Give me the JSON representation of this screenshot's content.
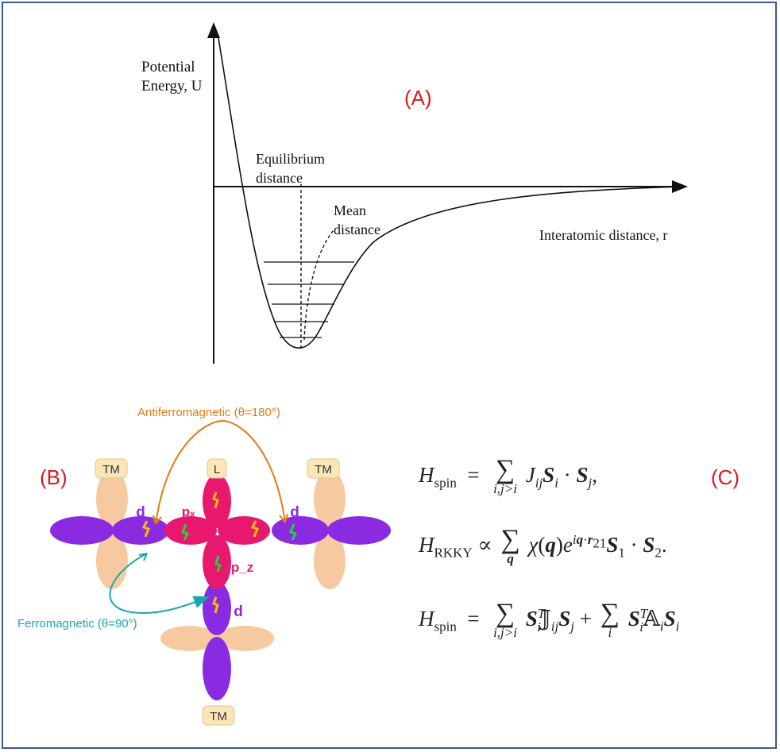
{
  "panel_a": {
    "label": "(A)",
    "y_axis_label_line1": "Potential",
    "y_axis_label_line2": "Energy, U",
    "x_axis_label": "Interatomic distance, r",
    "equilibrium_label_line1": "Equilibrium",
    "equilibrium_label_line2": "distance",
    "mean_label_line1": "Mean",
    "mean_label_line2": "distance"
  },
  "panel_b": {
    "label": "(B)",
    "antiferro_label": "Antiferromagnetic (θ=180°)",
    "ferro_label": "Ferromagnetic (θ=90°)",
    "tm_badge": "TM",
    "l_badge": "L",
    "d_label": "d",
    "px_label": "pₓ",
    "pz_label": "p_z",
    "colors": {
      "d_orbital": "#8a2be2",
      "p_orbital": "#e8186f",
      "lobe": "#f6c9a0",
      "antiferro": "#e07b12",
      "ferro": "#19a7a7"
    }
  },
  "panel_c": {
    "label": "(C)"
  },
  "colors": {
    "label_red": "#d11f1f",
    "frame": "#3a5a8a"
  }
}
